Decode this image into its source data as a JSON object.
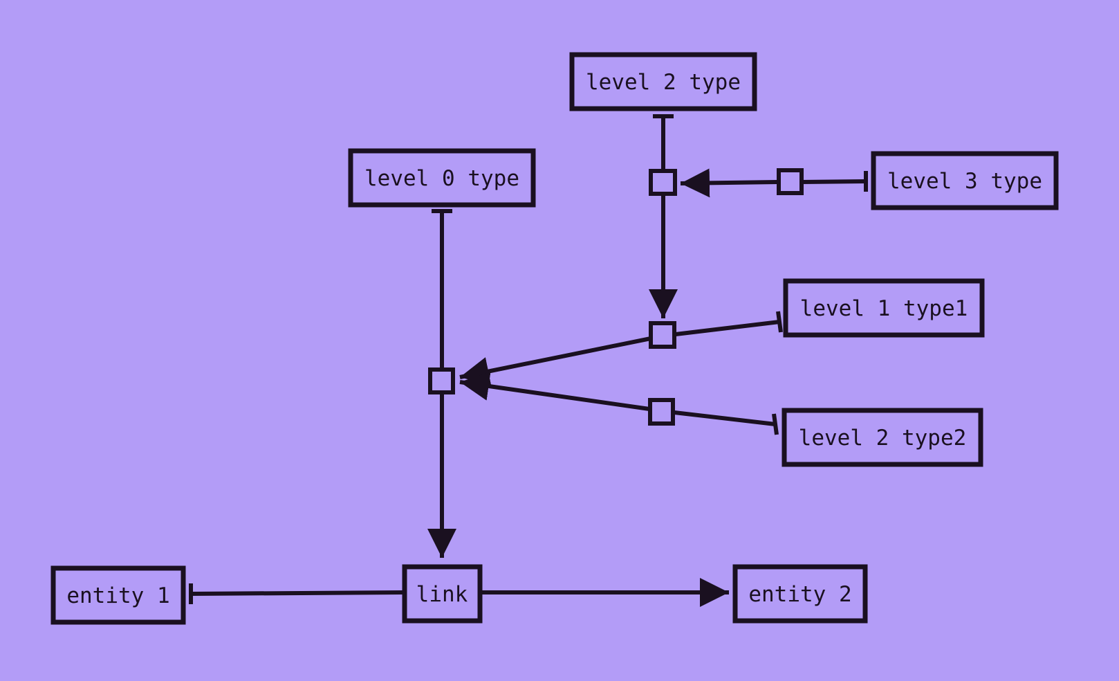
{
  "colors": {
    "background": "#b39cf7",
    "ink": "#1a1020"
  },
  "nodes": {
    "level2_type": "level 2 type",
    "level0_type": "level 0 type",
    "level3_type": "level 3 type",
    "level1_type1": "level 1 type1",
    "level2_type2": "level 2 type2",
    "entity1": "entity 1",
    "link": "link",
    "entity2": "entity 2"
  },
  "edges": [
    {
      "from": "level2_type",
      "to": "junction_top",
      "style": "plain"
    },
    {
      "from": "level3_type",
      "to": "junction_top",
      "style": "arrow"
    },
    {
      "from": "junction_top",
      "to": "junction_mid",
      "style": "arrow"
    },
    {
      "from": "level1_type1",
      "to": "junction_left",
      "style": "arrow"
    },
    {
      "from": "level2_type2",
      "to": "junction_left",
      "style": "arrow"
    },
    {
      "from": "level0_type",
      "to": "junction_left",
      "style": "plain"
    },
    {
      "from": "junction_left",
      "to": "link",
      "style": "arrow"
    },
    {
      "from": "link",
      "to": "entity1",
      "style": "plain"
    },
    {
      "from": "link",
      "to": "entity2",
      "style": "arrow"
    }
  ]
}
